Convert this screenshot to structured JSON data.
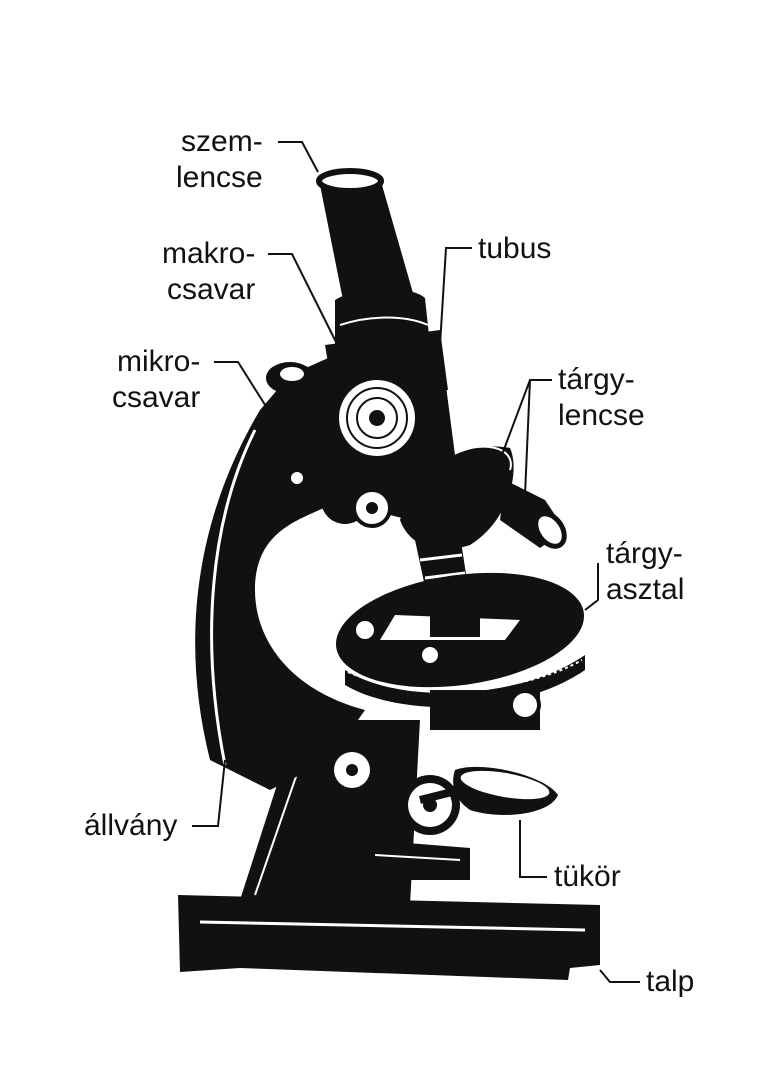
{
  "labels": {
    "eyepiece": [
      "szem-",
      "lencse"
    ],
    "tube": "tubus",
    "coarse_focus": [
      "makro-",
      "csavar"
    ],
    "fine_focus": [
      "mikro-",
      "csavar"
    ],
    "objective": [
      "tárgy-",
      "lencse"
    ],
    "stage": [
      "tárgy-",
      "asztal"
    ],
    "arm": "állvány",
    "mirror": "tükör",
    "base": "talp"
  },
  "colors": {
    "body": "#111111",
    "highlight": "#ffffff",
    "background": "#ffffff"
  }
}
